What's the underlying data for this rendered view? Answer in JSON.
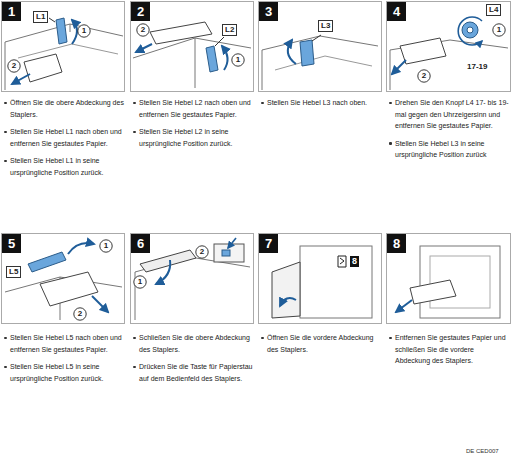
{
  "diagram": {
    "nodes": [
      {
        "text": [
          "1"
        ]
      },
      {
        "text": [
          "2"
        ]
      },
      {
        "text": [
          "3"
        ]
      },
      {
        "text": [
          "4"
        ]
      },
      {
        "text": [
          "5"
        ]
      },
      {
        "text": [
          "6"
        ]
      },
      {
        "text": [
          "7"
        ]
      },
      {
        "text": [
          "8"
        ]
      }
    ],
    "labels": [
      "L1",
      "1",
      "2",
      "Öffnen Sie die obere Abdeckung des Staplers.",
      "Stellen Sie Hebel L1 nach oben und entfernen Sie gestautes Papier.",
      "Stellen Sie Hebel L1 in seine ursprüngliche Position zurück.",
      "L2",
      "2",
      "1",
      "Stellen Sie Hebel L2 nach oben und entfernen Sie gestautes Papier.",
      "Stellen Sie Hebel L2 in seine ursprüngliche Position zurück.",
      "L3",
      "Stellen Sie Hebel L3 nach oben.",
      "L4",
      "1",
      "2",
      "17-19",
      "Drehen Sie den Knopf L4 17- bis 19-mal gegen den Uhrzeigersinn und entfernen Sie gestautes Papier.",
      "Stellen Sie Hebel L3 in seine ursprüngliche Position zurück",
      "1",
      "L5",
      "2",
      "Stellen Sie Hebel L5 nach oben und entfernen Sie gestautes Papier.",
      "Stellen Sie Hebel L5 in seine ursprüngliche Position zurück.",
      "2",
      "1",
      "Schließen Sie die obere Abdeckung des Staplers.",
      "Drücken Sie die Taste für Papierstau auf dem Bedienfeld des Staplers.",
      "8",
      "Öffnen Sie die vordere Abdeckung des Staplers.",
      "Entfernen Sie gestautes Papier und schließen Sie die vordere Abdeckung des Staplers.",
      "DE CED007"
    ]
  }
}
